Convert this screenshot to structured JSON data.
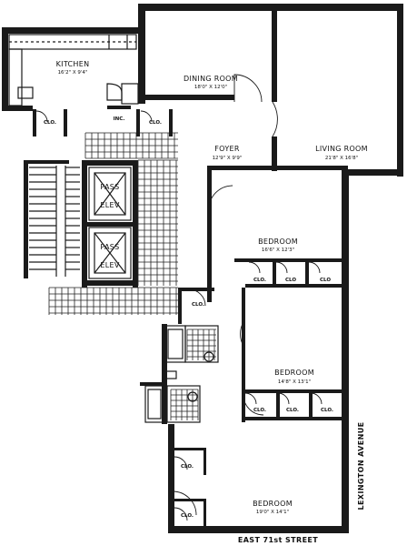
{
  "rooms": {
    "kitchen": {
      "name": "KITCHEN",
      "dims": "16'2\" X 9'4\""
    },
    "dining": {
      "name": "DINING ROOM",
      "dims": "18'0\" X 12'0\""
    },
    "foyer": {
      "name": "FOYER",
      "dims": "12'9\" X 9'9\""
    },
    "living": {
      "name": "LIVING ROOM",
      "dims": "21'8\" X 16'8\""
    },
    "bedroom1": {
      "name": "BEDROOM",
      "dims": "16'6\" X 12'3\""
    },
    "bedroom2": {
      "name": "BEDROOM",
      "dims": "14'8\" X 13'1\""
    },
    "bedroom3": {
      "name": "BEDROOM",
      "dims": "19'0\" X 14'1\""
    }
  },
  "labels": {
    "clo": "CLO.",
    "clo_short": "CLO",
    "inc": "INC.",
    "pass": "PASS",
    "elev": "ELEV"
  },
  "streets": {
    "south": "EAST 71st STREET",
    "east": "LEXINGTON AVENUE"
  }
}
